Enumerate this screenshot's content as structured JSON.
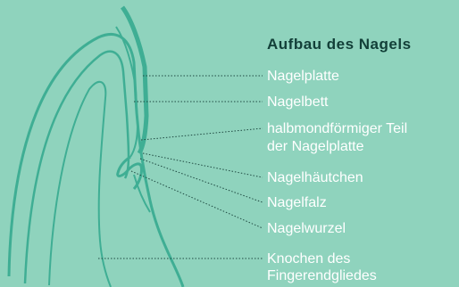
{
  "title": "Aufbau des Nagels",
  "labels": {
    "nagelplatte": "Nagelplatte",
    "nagelbett": "Nagelbett",
    "halbmond_line1": "halbmondförmiger Teil",
    "halbmond_line2": "der Nagelplatte",
    "nagelhaeutchen": "Nagelhäutchen",
    "nagelfalz": "Nagelfalz",
    "nagelwurzel": "Nagelwurzel",
    "knochen_line1": "Knochen des",
    "knochen_line2": "Fingerendgliedes"
  },
  "colors": {
    "background": "#8fd3bd",
    "outline": "#3fae94",
    "title": "#123f38",
    "label": "#ffffff",
    "leader": "#1f4a42"
  }
}
